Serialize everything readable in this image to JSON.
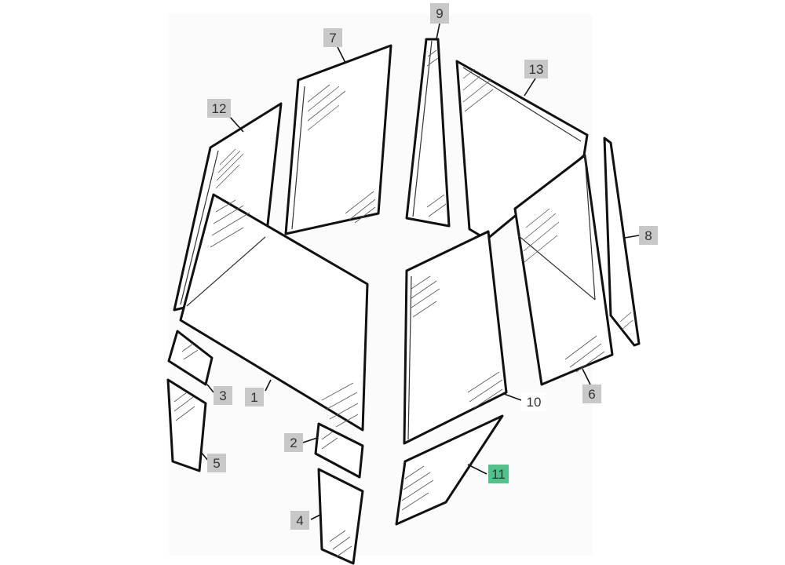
{
  "parts": [
    {
      "id": "p1",
      "number": "1",
      "highlighted": false
    },
    {
      "id": "p2",
      "number": "2",
      "highlighted": false
    },
    {
      "id": "p3",
      "number": "3",
      "highlighted": false
    },
    {
      "id": "p4",
      "number": "4",
      "highlighted": false
    },
    {
      "id": "p5",
      "number": "5",
      "highlighted": false
    },
    {
      "id": "p6",
      "number": "6",
      "highlighted": false
    },
    {
      "id": "p7",
      "number": "7",
      "highlighted": false
    },
    {
      "id": "p8",
      "number": "8",
      "highlighted": false
    },
    {
      "id": "p9",
      "number": "9",
      "highlighted": false
    },
    {
      "id": "p10",
      "number": "10",
      "highlighted": false
    },
    {
      "id": "p11",
      "number": "11",
      "highlighted": true
    },
    {
      "id": "p12",
      "number": "12",
      "highlighted": false
    },
    {
      "id": "p13",
      "number": "13",
      "highlighted": false
    }
  ],
  "colors": {
    "label_background": "#c8c8c8",
    "highlight_background": "#4fc38a",
    "line": "#111111",
    "background": "#ffffff"
  }
}
